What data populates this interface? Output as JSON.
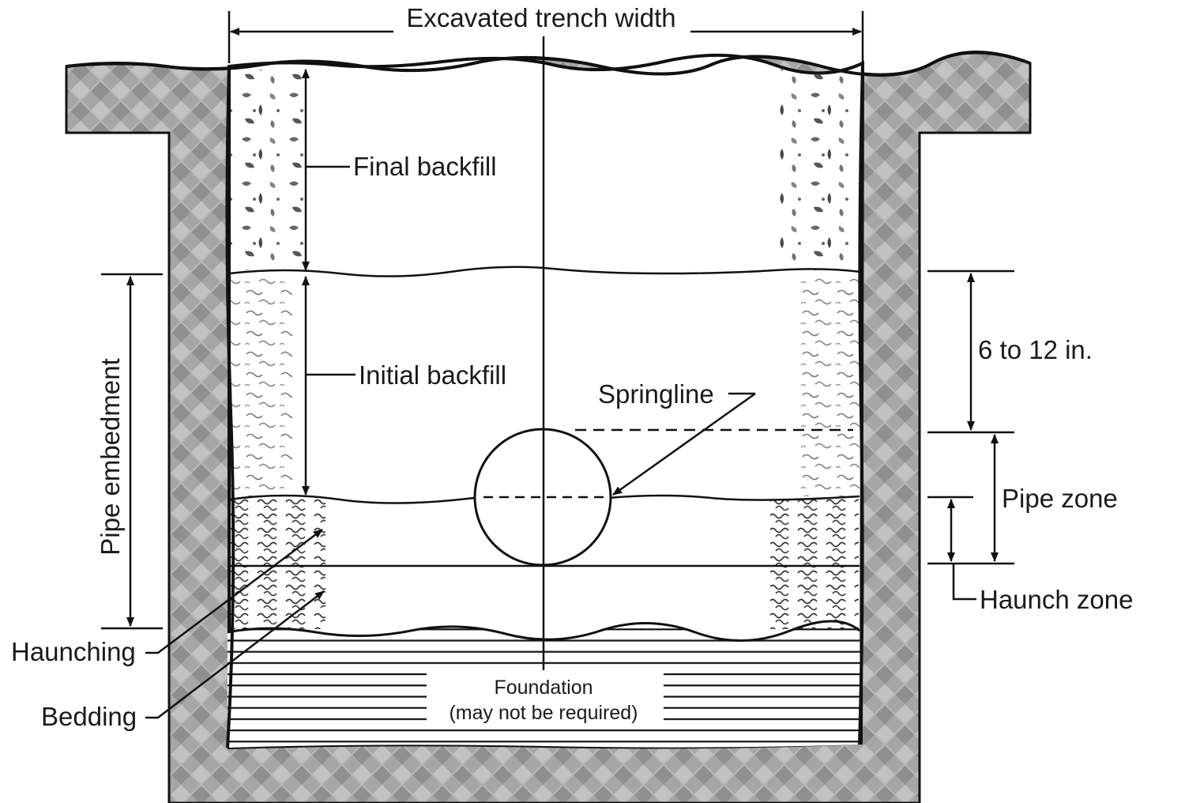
{
  "title": "Pipe trench cross-section",
  "labels": {
    "trench_width": "Excavated trench width",
    "final_backfill": "Final backfill",
    "initial_backfill": "Initial backfill",
    "springline": "Springline",
    "pipe_embedment": "Pipe embedment",
    "six_to_twelve": "6 to 12 in.",
    "pipe_zone": "Pipe zone",
    "haunch_zone": "Haunch zone",
    "haunching": "Haunching",
    "bedding": "Bedding",
    "foundation": "Foundation",
    "foundation_note": "(may not be required)"
  },
  "colors": {
    "soil": "#a9a9a9",
    "line": "#111111",
    "background": "#ffffff"
  }
}
